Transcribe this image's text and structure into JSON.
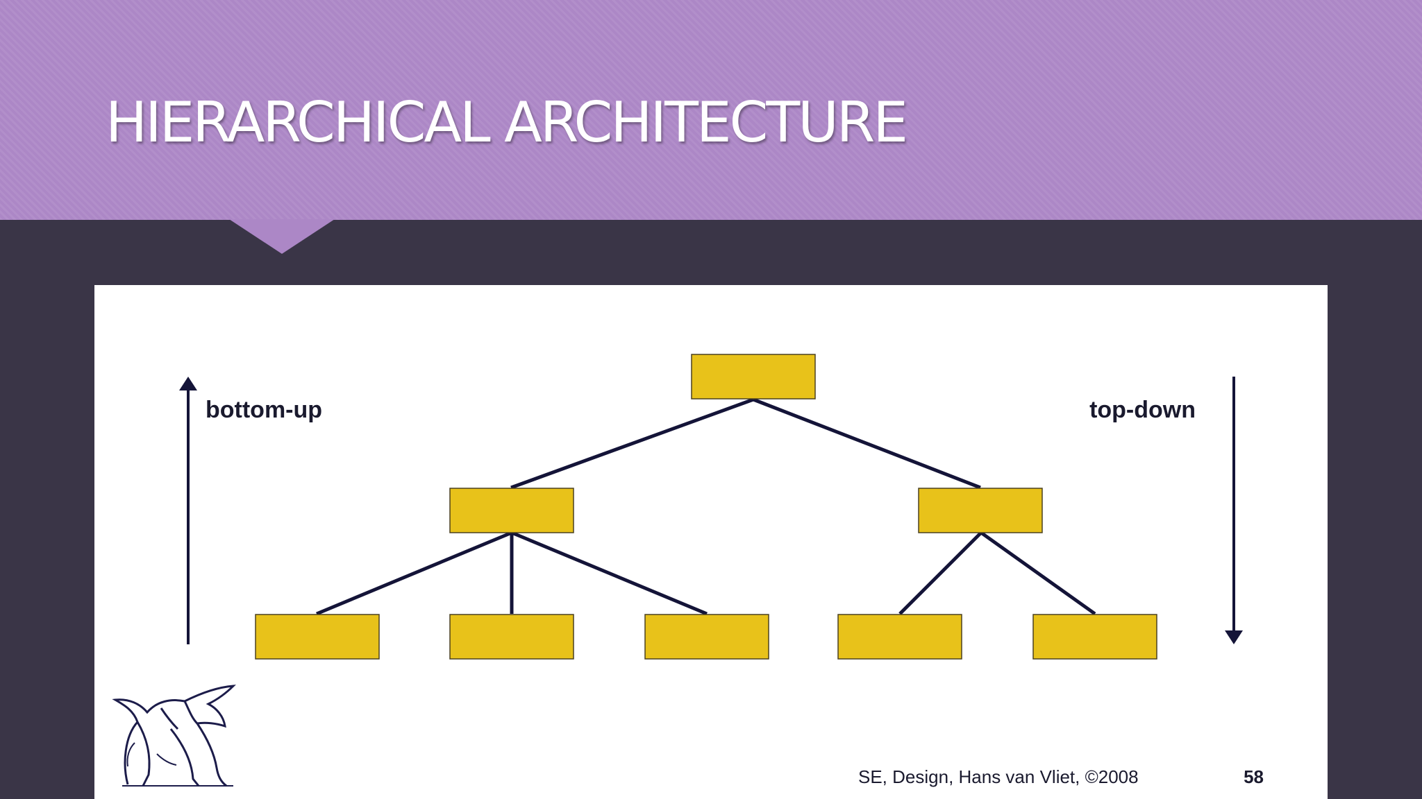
{
  "slide": {
    "title": "HIERARCHICAL ARCHITECTURE"
  },
  "diagram": {
    "left_label": "bottom-up",
    "right_label": "top-down",
    "footer_credit": "SE, Design, Hans van Vliet,  ©2008",
    "page_number": "58",
    "logo_icon": "griffin-logo-icon",
    "colors": {
      "box_fill": "#e8c21a",
      "line": "#141438",
      "header": "#ac87c6",
      "background": "#3a3547"
    }
  }
}
